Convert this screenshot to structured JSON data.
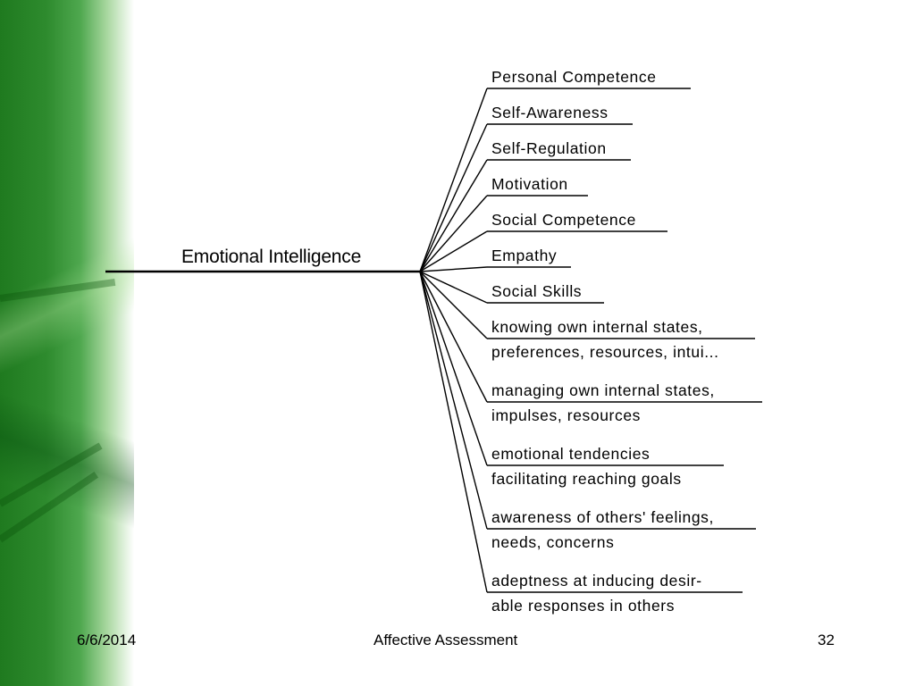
{
  "diagram": {
    "root": "Emotional Intelligence",
    "branches": [
      {
        "lines": [
          "Personal Competence"
        ]
      },
      {
        "lines": [
          "Self-Awareness"
        ]
      },
      {
        "lines": [
          "Self-Regulation"
        ]
      },
      {
        "lines": [
          "Motivation"
        ]
      },
      {
        "lines": [
          "Social Competence"
        ]
      },
      {
        "lines": [
          "Empathy"
        ]
      },
      {
        "lines": [
          "Social Skills"
        ]
      },
      {
        "lines": [
          "knowing own internal states,",
          "preferences, resources, intui..."
        ]
      },
      {
        "lines": [
          "managing own internal states,",
          "impulses, resources"
        ]
      },
      {
        "lines": [
          "emotional tendencies",
          "facilitating reaching goals"
        ]
      },
      {
        "lines": [
          "awareness of others' feelings,",
          "needs, concerns"
        ]
      },
      {
        "lines": [
          "adeptness at inducing desir-",
          "able responses in others"
        ]
      }
    ]
  },
  "footer": {
    "date": "6/6/2014",
    "title": "Affective Assessment",
    "page": "32"
  },
  "colors": {
    "side_band": "#2e8b2e",
    "line": "#000000"
  }
}
